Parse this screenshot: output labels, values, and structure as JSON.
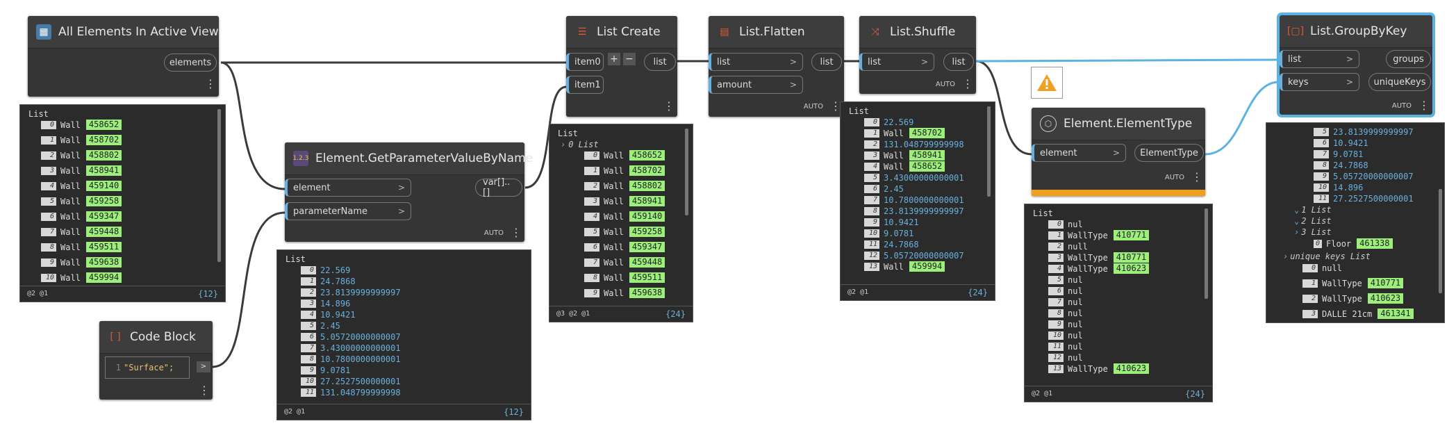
{
  "nodes": {
    "all_elements": {
      "title": "All Elements In Active View",
      "out": "elements",
      "preview": {
        "title": "List",
        "rows": [
          [
            "0",
            "Wall",
            "458652"
          ],
          [
            "1",
            "Wall",
            "458702"
          ],
          [
            "2",
            "Wall",
            "458802"
          ],
          [
            "3",
            "Wall",
            "458941"
          ],
          [
            "4",
            "Wall",
            "459140"
          ],
          [
            "5",
            "Wall",
            "459258"
          ],
          [
            "6",
            "Wall",
            "459347"
          ],
          [
            "7",
            "Wall",
            "459448"
          ],
          [
            "8",
            "Wall",
            "459511"
          ],
          [
            "9",
            "Wall",
            "459638"
          ],
          [
            "10",
            "Wall",
            "459994"
          ]
        ],
        "levels": "@2 @1",
        "count": "{12}"
      }
    },
    "get_param": {
      "title": "Element.GetParameterValueByName",
      "in1": "element",
      "in2": "parameterName",
      "out": "var[]..[]",
      "auto": "AUTO",
      "icon_text": "1.2.3",
      "preview": {
        "title": "List",
        "rows": [
          [
            "0",
            "22.569"
          ],
          [
            "1",
            "24.7868"
          ],
          [
            "2",
            "23.8139999999997"
          ],
          [
            "3",
            "14.896"
          ],
          [
            "4",
            "10.9421"
          ],
          [
            "5",
            "2.45"
          ],
          [
            "6",
            "5.05720000000007"
          ],
          [
            "7",
            "3.43000000000001"
          ],
          [
            "8",
            "10.7800000000001"
          ],
          [
            "9",
            "9.0781"
          ],
          [
            "10",
            "27.2527500000001"
          ],
          [
            "11",
            "131.048799999998"
          ]
        ],
        "levels": "@2 @1",
        "count": "{12}"
      }
    },
    "code_block": {
      "title": "Code Block",
      "line": "1",
      "code": "\"Surface\";",
      "out": ">"
    },
    "list_create": {
      "title": "List Create",
      "in1": "item0",
      "in2": "item1",
      "out": "list",
      "plus": "+",
      "minus": "−",
      "preview": {
        "title": "List",
        "sub": "0 List",
        "rows": [
          [
            "0",
            "Wall",
            "458652"
          ],
          [
            "1",
            "Wall",
            "458702"
          ],
          [
            "2",
            "Wall",
            "458802"
          ],
          [
            "3",
            "Wall",
            "458941"
          ],
          [
            "4",
            "Wall",
            "459140"
          ],
          [
            "5",
            "Wall",
            "459258"
          ],
          [
            "6",
            "Wall",
            "459347"
          ],
          [
            "7",
            "Wall",
            "459448"
          ],
          [
            "8",
            "Wall",
            "459511"
          ],
          [
            "9",
            "Wall",
            "459638"
          ]
        ],
        "levels": "@3 @2 @1",
        "count": "{24}"
      }
    },
    "flatten": {
      "title": "List.Flatten",
      "in1": "list",
      "in2": "amount",
      "out": "list",
      "auto": "AUTO"
    },
    "shuffle": {
      "title": "List.Shuffle",
      "in1": "list",
      "out": "list",
      "auto": "AUTO",
      "preview": {
        "title": "List",
        "rows": [
          [
            "0",
            "22.569",
            ""
          ],
          [
            "1",
            "Wall",
            "458702"
          ],
          [
            "2",
            "131.048799999998",
            ""
          ],
          [
            "3",
            "Wall",
            "458941"
          ],
          [
            "4",
            "Wall",
            "458652"
          ],
          [
            "5",
            "3.43000000000001",
            ""
          ],
          [
            "6",
            "2.45",
            ""
          ],
          [
            "7",
            "10.7800000000001",
            ""
          ],
          [
            "8",
            "23.8139999999997",
            ""
          ],
          [
            "9",
            "10.9421",
            ""
          ],
          [
            "10",
            "9.0781",
            ""
          ],
          [
            "11",
            "24.7868",
            ""
          ],
          [
            "12",
            "5.05720000000007",
            ""
          ],
          [
            "13",
            "Wall",
            "459994"
          ]
        ],
        "levels": "@2 @1",
        "count": "{24}"
      }
    },
    "element_type": {
      "title": "Element.ElementType",
      "in1": "element",
      "out": "ElementType",
      "auto": "AUTO",
      "preview": {
        "title": "List",
        "rows": [
          [
            "0",
            "nul",
            ""
          ],
          [
            "1",
            "WallType",
            "410771"
          ],
          [
            "2",
            "null",
            ""
          ],
          [
            "3",
            "WallType",
            "410771"
          ],
          [
            "4",
            "WallType",
            "410623"
          ],
          [
            "5",
            "nul",
            ""
          ],
          [
            "6",
            "nul",
            ""
          ],
          [
            "7",
            "nul",
            ""
          ],
          [
            "8",
            "nul",
            ""
          ],
          [
            "9",
            "nul",
            ""
          ],
          [
            "10",
            "nul",
            ""
          ],
          [
            "11",
            "nul",
            ""
          ],
          [
            "12",
            "nul",
            ""
          ],
          [
            "13",
            "WallType",
            "410623"
          ]
        ],
        "levels": "@2 @1",
        "count": "{24}"
      }
    },
    "group_by_key": {
      "title": "List.GroupByKey",
      "in1": "list",
      "in2": "keys",
      "out1": "groups",
      "out2": "uniqueKeys",
      "auto": "AUTO",
      "preview": {
        "rows_top": [
          [
            "5",
            "23.8139999999997"
          ],
          [
            "6",
            "10.9421"
          ],
          [
            "7",
            "9.0781"
          ],
          [
            "8",
            "24.7868"
          ],
          [
            "9",
            "5.05720000000007"
          ],
          [
            "10",
            "14.896"
          ],
          [
            "11",
            "27.2527500000001"
          ]
        ],
        "l1": "1 List",
        "l2": "2 List",
        "l3": "3 List",
        "floor": [
          "0",
          "Floor",
          "461338"
        ],
        "uk": "unique keys List",
        "uk_rows": [
          [
            "0",
            "null",
            ""
          ],
          [
            "1",
            "WallType",
            "410771"
          ],
          [
            "2",
            "WallType",
            "410623"
          ],
          [
            "3",
            "DALLE 21cm",
            "461341"
          ]
        ]
      }
    }
  },
  "colors": {
    "wire": "#3a3a3a",
    "wire_selected": "#5ab3e0",
    "badge": "#9cf07a",
    "number": "#6ab0dc"
  }
}
